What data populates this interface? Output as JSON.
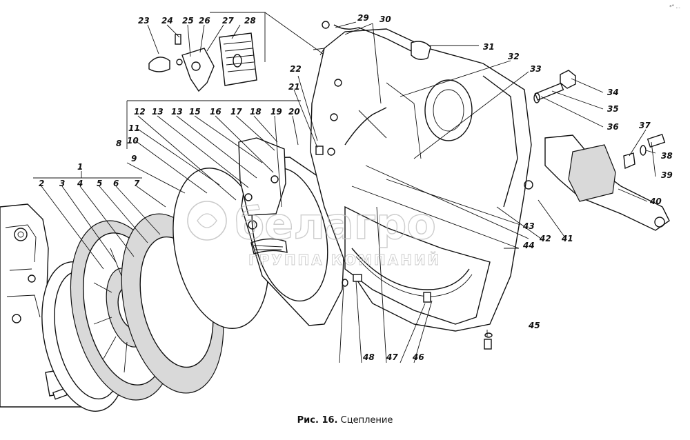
{
  "figure": {
    "caption_prefix": "Рис. 16.",
    "caption_title": "Сцепление",
    "corner_mark": "*° ..."
  },
  "watermark": {
    "logo_text": "белагро",
    "tagline": "ГРУППА КОМПАНИЙ"
  },
  "callouts": [
    "1",
    "2",
    "3",
    "4",
    "5",
    "6",
    "7",
    "8",
    "9",
    "10",
    "11",
    "12",
    "13",
    "13",
    "15",
    "16",
    "17",
    "18",
    "19",
    "20",
    "21",
    "22",
    "23",
    "24",
    "25",
    "26",
    "27",
    "28",
    "29",
    "30",
    "31",
    "32",
    "33",
    "34",
    "35",
    "36",
    "37",
    "38",
    "39",
    "40",
    "41",
    "42",
    "43",
    "44",
    "45",
    "46",
    "47",
    "48"
  ]
}
